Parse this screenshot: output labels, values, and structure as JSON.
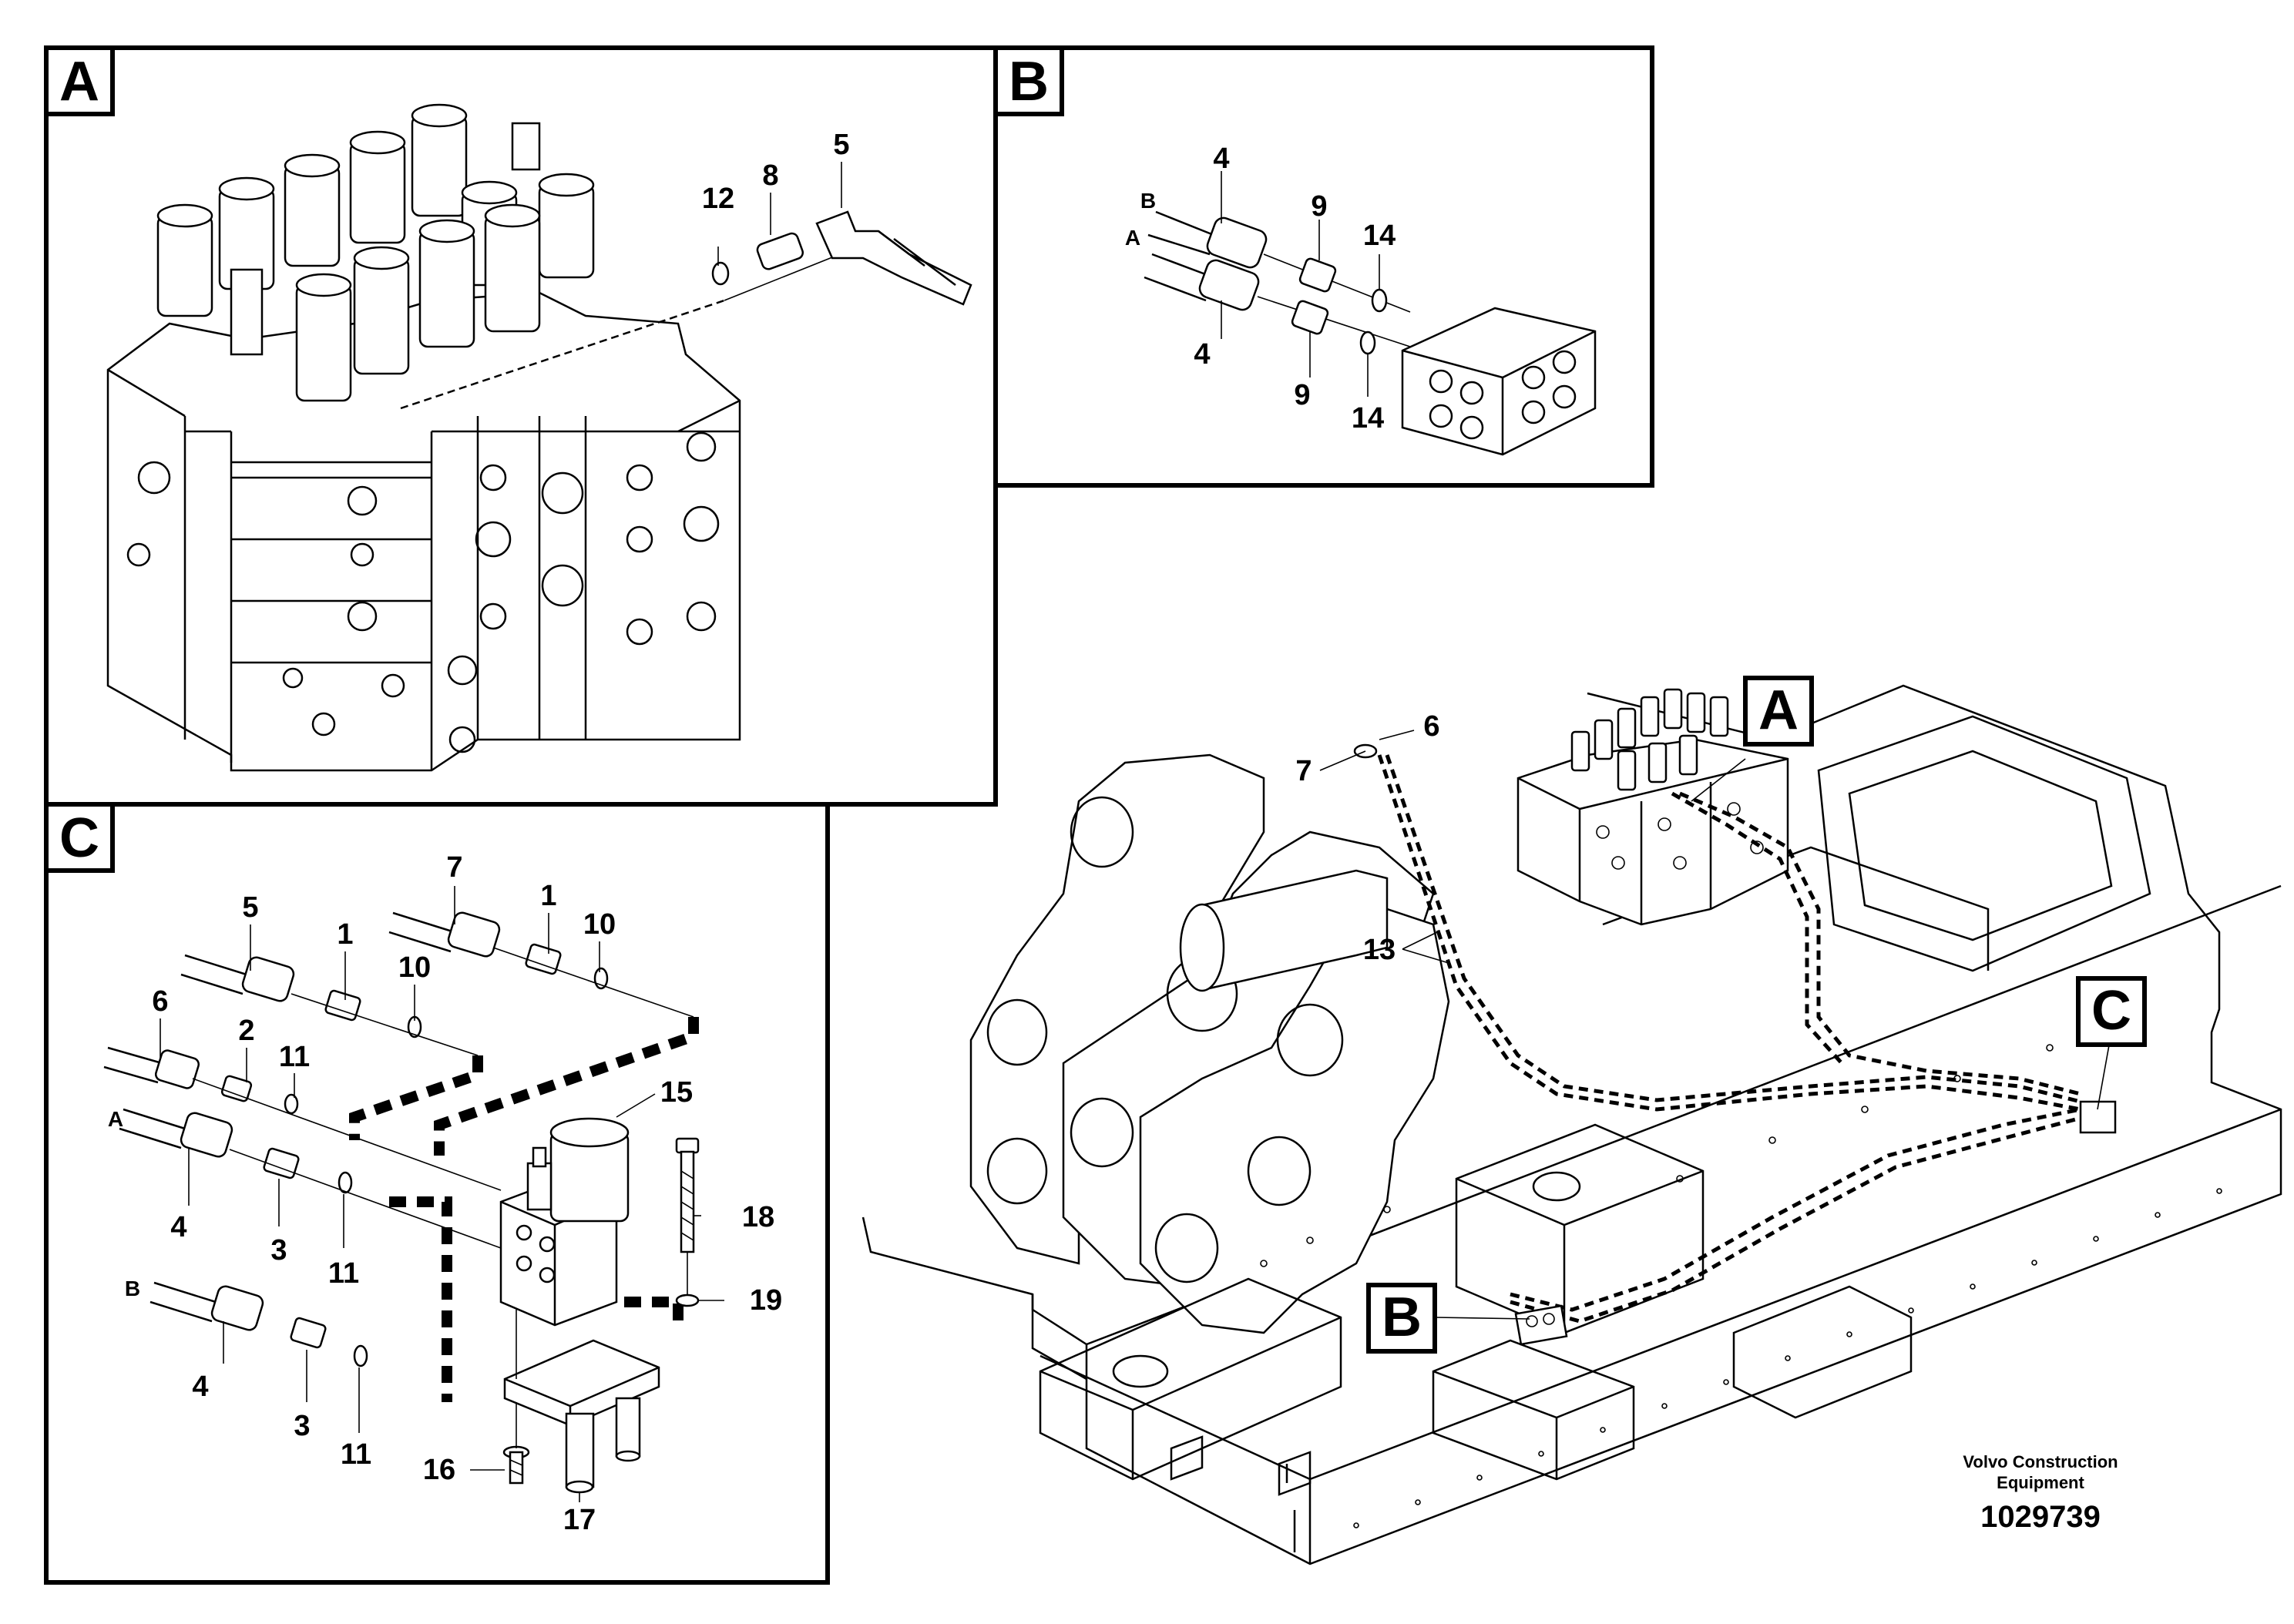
{
  "panels": {
    "A": {
      "label": "A",
      "parts": [
        "12",
        "8",
        "5"
      ]
    },
    "B": {
      "label": "B",
      "parts": [
        "4",
        "9",
        "14",
        "4",
        "9",
        "14"
      ],
      "sides": [
        "B",
        "A"
      ]
    },
    "C": {
      "label": "C",
      "parts": [
        "7",
        "1",
        "10",
        "5",
        "1",
        "10",
        "6",
        "2",
        "11",
        "15",
        "4",
        "3",
        "11",
        "18",
        "19",
        "4",
        "3",
        "11",
        "16",
        "17"
      ],
      "sides": [
        "A",
        "B"
      ]
    }
  },
  "overview": {
    "callouts": [
      "A",
      "B",
      "C"
    ],
    "parts": [
      "6",
      "7",
      "13"
    ]
  },
  "footer": {
    "brand_line1": "Volvo Construction",
    "brand_line2": "Equipment",
    "doc_number": "1029739"
  }
}
